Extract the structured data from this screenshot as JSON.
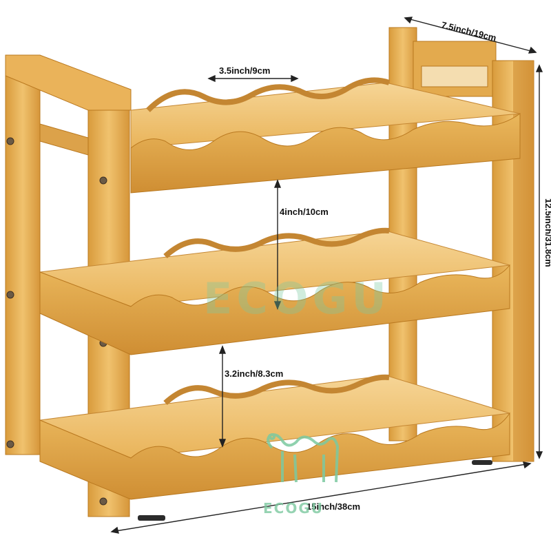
{
  "product": {
    "description": "three-tier bamboo wine rack, 4 bottle slots per tier"
  },
  "dimensions": {
    "slot_width": "3.5inch/9cm",
    "depth": "7.5inch/19cm",
    "height": "12.5inch/31.8cm",
    "tier_gap_upper": "4inch/10cm",
    "tier_gap_lower": "3.2inch/8.3cm",
    "width": "15inch/38cm"
  },
  "watermark": {
    "brand": "ECOGU",
    "logo_icon": "camel-icon"
  },
  "colors": {
    "wood_light": "#f2c978",
    "wood_mid": "#e2a84a",
    "wood_dark": "#c98a2e",
    "wood_edge": "#a96e1e",
    "watermark": "#7cc9a0"
  }
}
